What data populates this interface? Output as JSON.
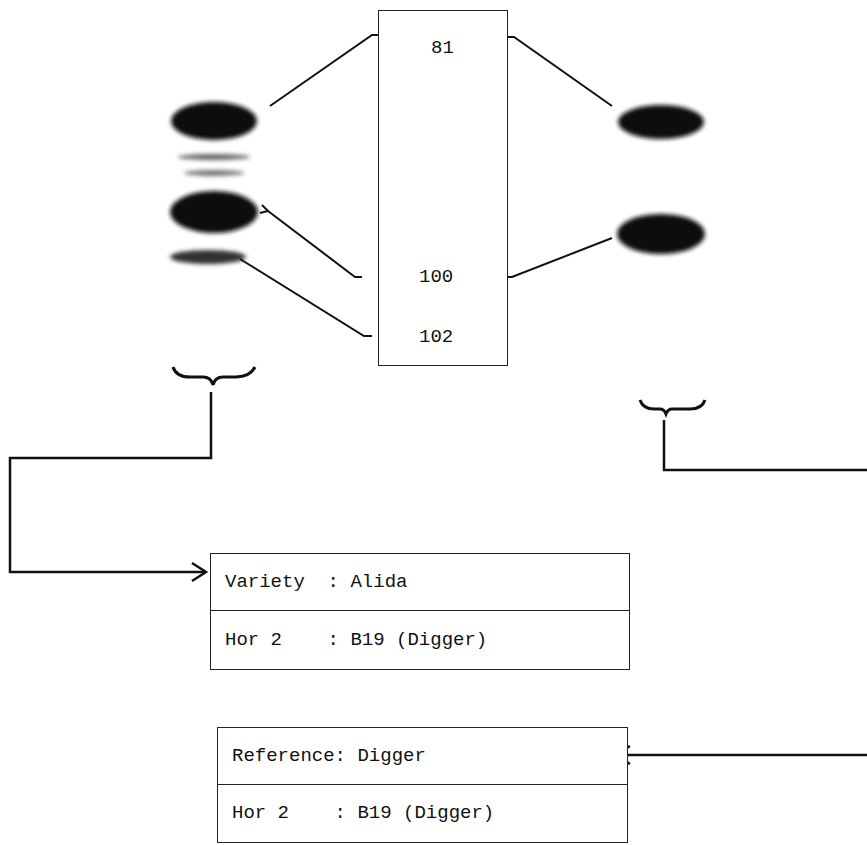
{
  "diagram": {
    "nodes": [
      {
        "text": [
          "81",
          "100",
          "102"
        ]
      },
      {
        "text": [
          "Variety  : Alida",
          "Hor 2    : B19 (Digger)"
        ]
      },
      {
        "text": [
          "Reference: Digger",
          "Hor 2    : B19 (Digger)"
        ]
      }
    ]
  }
}
